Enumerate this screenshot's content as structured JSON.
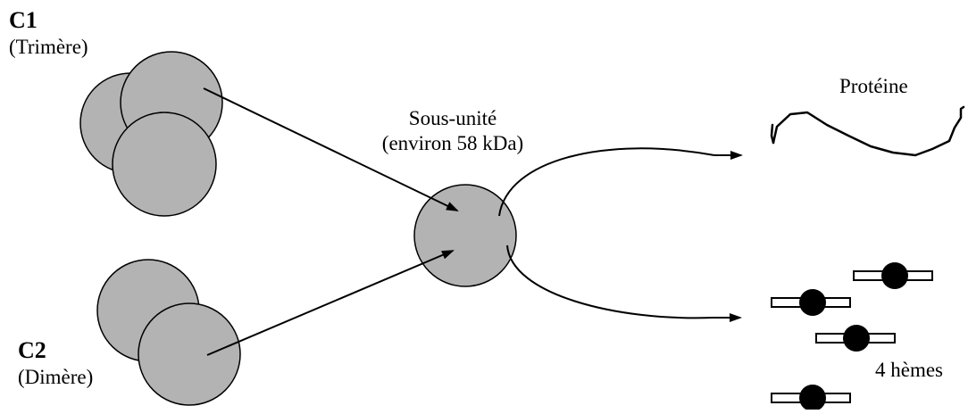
{
  "complex_c1": {
    "code": "C1",
    "type": "(Trimère)"
  },
  "complex_c2": {
    "code": "C2",
    "type": "(Dimère)"
  },
  "subunit": {
    "title": "Sous-unité",
    "mass": "(environ 58 kDa)"
  },
  "products": {
    "protein": "Protéine",
    "hemes": "4 hèmes"
  },
  "colors": {
    "sphere_fill": "#b3b3b3",
    "stroke": "#000000",
    "heme_fill": "#000000",
    "heme_plate": "#ffffff"
  }
}
